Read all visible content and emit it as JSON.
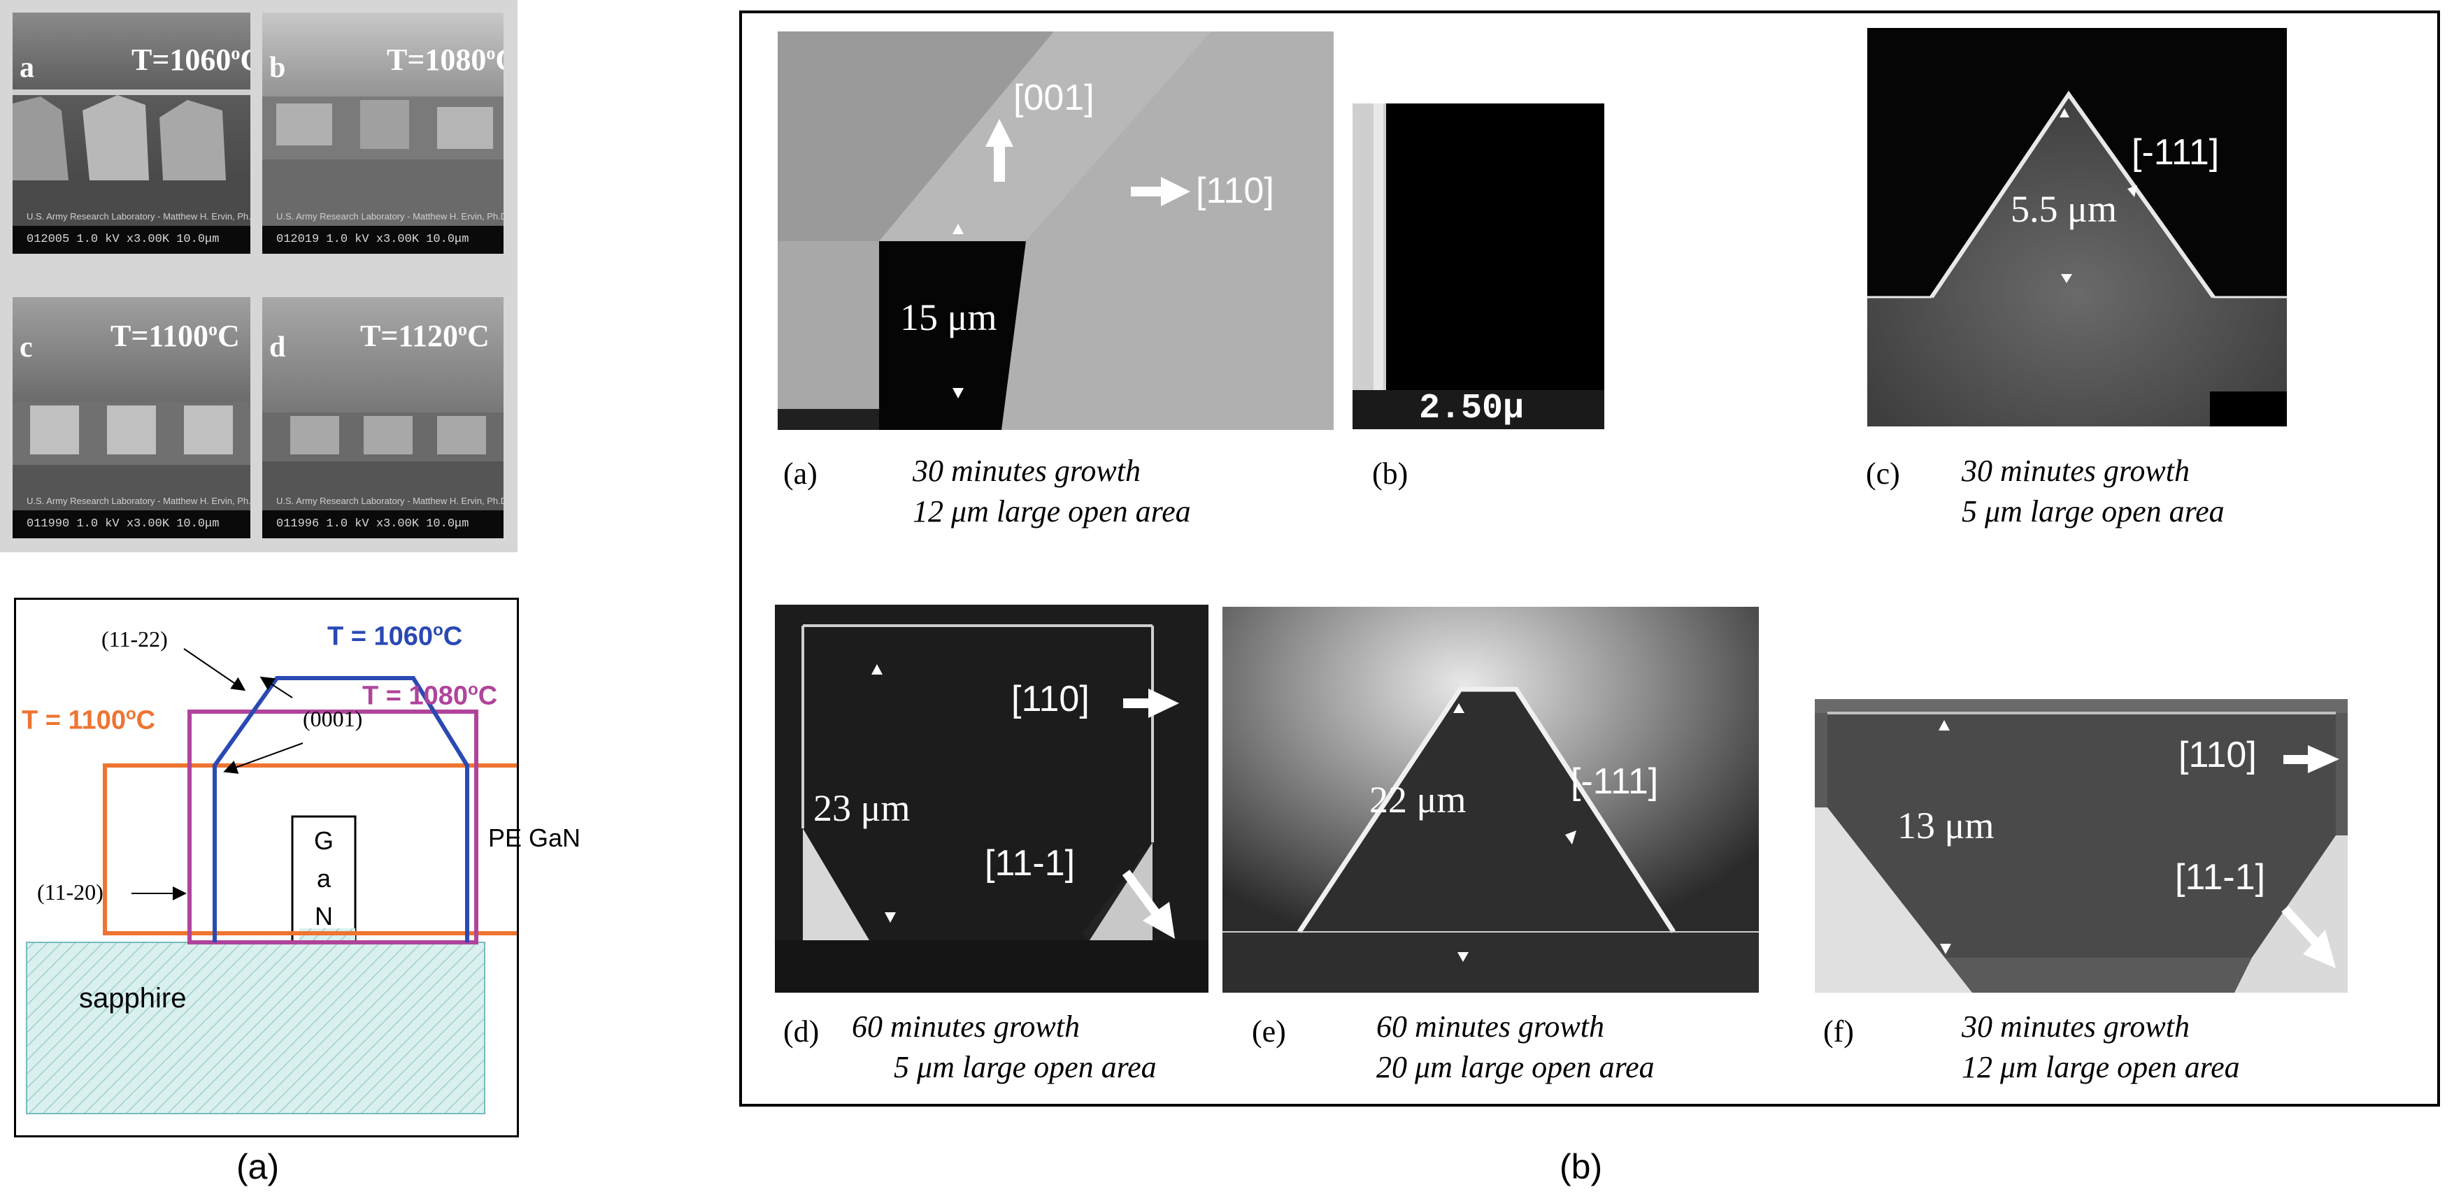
{
  "panel_a": {
    "label": "(a)",
    "sem_images": [
      {
        "letter": "a",
        "temp": "T=1060",
        "deg": "o",
        "unit": "C",
        "credit": "U.S. Army Research Laboratory - Matthew H. Ervin, Ph.D.",
        "scale": "012005  1.0 kV  x3.00K  10.0μm"
      },
      {
        "letter": "b",
        "temp": "T=1080",
        "deg": "o",
        "unit": "C",
        "credit": "U.S. Army Research Laboratory - Matthew H. Ervin, Ph.D.",
        "scale": "012019  1.0 kV  x3.00K  10.0μm"
      },
      {
        "letter": "c",
        "temp": "T=1100",
        "deg": "o",
        "unit": "C",
        "credit": "U.S. Army Research Laboratory - Matthew H. Ervin, Ph.D.",
        "scale": "011990  1.0 kV  x3.00K  10.0μm"
      },
      {
        "letter": "d",
        "temp": "T=1120",
        "deg": "o",
        "unit": "C",
        "credit": "U.S. Army Research Laboratory - Matthew H. Ervin, Ph.D.",
        "scale": "011996  1.0 kV  x3.00K  10.0μm"
      }
    ],
    "diagram": {
      "facet_1122": "(11-22)",
      "facet_0001": "(0001)",
      "facet_1120": "(11-20)",
      "t1060": {
        "text": "T = 1060",
        "deg": "o",
        "unit": "C",
        "color": "#2a49b3"
      },
      "t1080": {
        "text": "T = 1080",
        "deg": "o",
        "unit": "C",
        "color": "#b0449a"
      },
      "t1100": {
        "text": "T = 1100",
        "deg": "o",
        "unit": "C",
        "color": "#ee7431"
      },
      "gan_chars": [
        "G",
        "a",
        "N"
      ],
      "pe_gan": "PE GaN",
      "substrate": "sapphire"
    }
  },
  "panel_b": {
    "label": "(b)",
    "images": {
      "a": {
        "dir1": "[001]",
        "dir2": "[110]",
        "dim": "15 μm"
      },
      "b": {
        "scale": "2.50μ"
      },
      "c": {
        "dir": "[-111]",
        "dim": "5.5 μm"
      },
      "d": {
        "dir1": "[110]",
        "dir2": "[11-1]",
        "dim": "23 μm"
      },
      "e": {
        "dir": "[-111]",
        "dim": "22 μm"
      },
      "f": {
        "dir1": "[110]",
        "dir2": "[11-1]",
        "dim": "13 μm"
      }
    },
    "captions": {
      "a": {
        "letter": "(a)",
        "line1": "30 minutes growth",
        "line2": "12 μm large open area"
      },
      "b": {
        "letter": "(b)"
      },
      "c": {
        "letter": "(c)",
        "line1": "30 minutes growth",
        "line2": "5 μm large open area"
      },
      "d": {
        "letter": "(d)",
        "line1": "60 minutes growth",
        "line2": "5 μm large open area"
      },
      "e": {
        "letter": "(e)",
        "line1": "60 minutes growth",
        "line2": "20 μm large open area"
      },
      "f": {
        "letter": "(f)",
        "line1": "30 minutes growth",
        "line2": "12 μm large open area"
      }
    }
  }
}
